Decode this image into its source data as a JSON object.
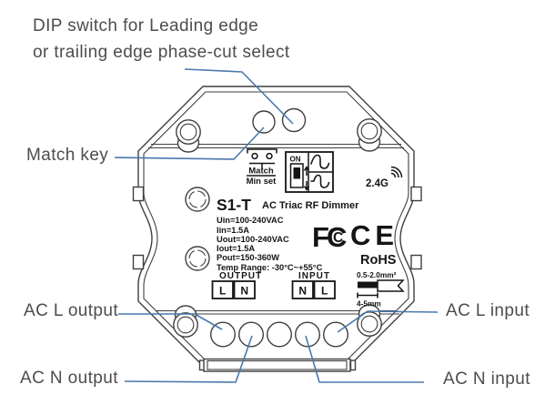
{
  "colors": {
    "background": "#ffffff",
    "line_art": "#3f3f3f",
    "printed_graphics": "#151515",
    "leader_line": "#4a78ad",
    "label_text": "#4d4d4d"
  },
  "annotations": {
    "dip_switch": {
      "line1": "DIP switch for Leading edge",
      "line2": "or trailing edge phase-cut select"
    },
    "match_key": "Match key",
    "ac_l_output": "AC L output",
    "ac_n_output": "AC N output",
    "ac_l_input": "AC L input",
    "ac_n_input": "AC N input"
  },
  "device": {
    "model": "S1-T",
    "product_name": "AC Triac RF Dimmer",
    "specs": [
      "Uin=100-240VAC",
      "Iin=1.5A",
      "Uout=100-240VAC",
      "Iout=1.5A",
      "Pout=150-360W",
      "Temp Range: -30°C~+55°C"
    ],
    "wireless": "2.4G",
    "dip": {
      "on_label": "ON"
    },
    "match": {
      "label": "Match",
      "sub_label": "Min set"
    },
    "certifications": {
      "fcc_f": "F",
      "fcc_c_outer": "C",
      "fcc_c_inner": "C",
      "ce": "CE",
      "rohs": "RoHS"
    },
    "output": {
      "label": "OUTPUT",
      "terminals": [
        "L",
        "N"
      ]
    },
    "input": {
      "label": "INPUT",
      "terminals": [
        "N",
        "L"
      ]
    },
    "wire_spec": {
      "gauge": "0.5-2.0mm²",
      "strip_length": "4-5mm"
    },
    "icons": {
      "wireless": "wifi-arcs-icon",
      "match_symbol": "push-button-contacts-icon",
      "dip_top_wave": "leading-edge-waveform-icon",
      "dip_bottom_wave": "trailing-edge-waveform-icon",
      "wire": "stripped-wire-icon"
    }
  }
}
